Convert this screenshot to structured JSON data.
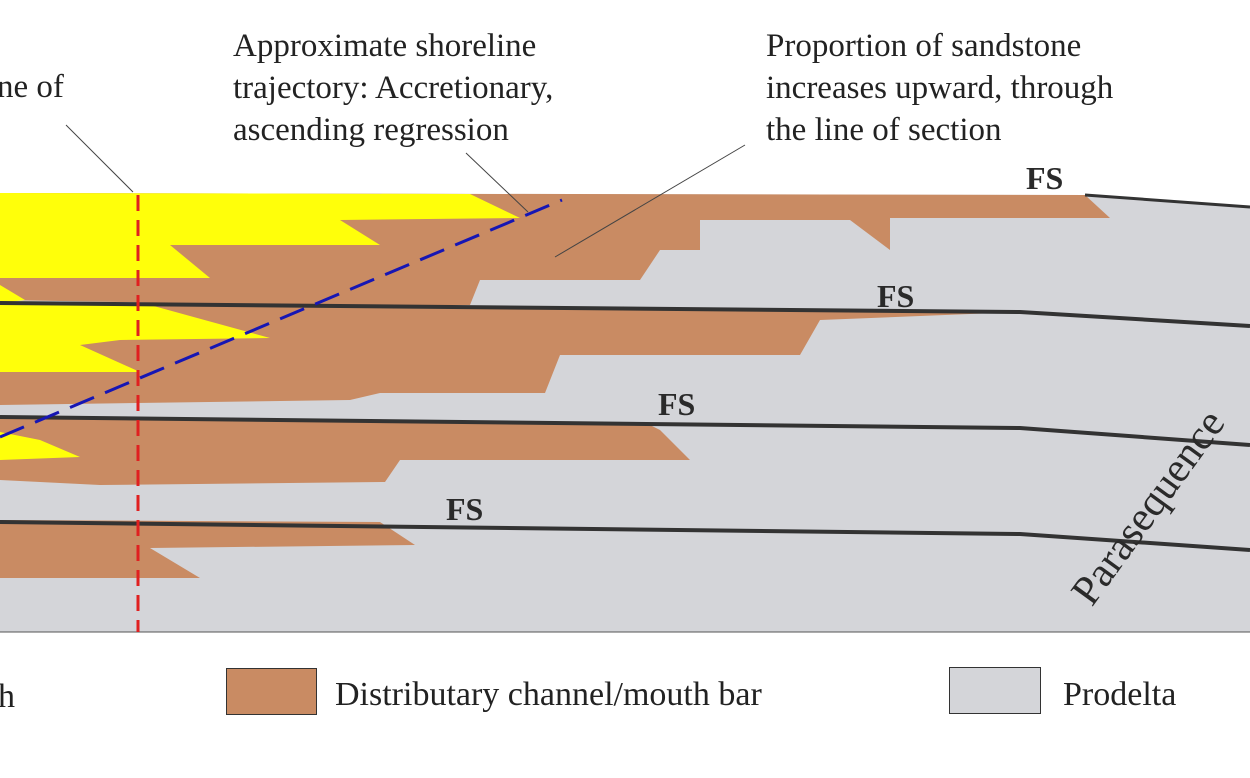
{
  "annotations": {
    "line_of_section_partial": [
      "ne of",
      ""
    ],
    "shoreline_trajectory": [
      "Approximate shoreline",
      "trajectory: Accretionary,",
      "ascending regression"
    ],
    "sandstone_proportion": [
      "Proportion of sandstone",
      "increases upward, through",
      "the line of section"
    ]
  },
  "surface_labels": [
    "FS",
    "FS",
    "FS",
    "FS"
  ],
  "rotated_label": "Parasequence",
  "legend": {
    "partial_label": "h",
    "items": [
      {
        "label": "Distributary channel/mouth bar",
        "color": "#c98b63"
      },
      {
        "label": "Prodelta",
        "color": "#d4d5d9"
      }
    ]
  },
  "colors": {
    "shoreface_sand": "#ffff0a",
    "mouth_bar": "#c98b63",
    "prodelta": "#d4d5d9",
    "section_line": "#e02020",
    "trajectory_line": "#1616b4",
    "flooding_surface": "#333333"
  }
}
